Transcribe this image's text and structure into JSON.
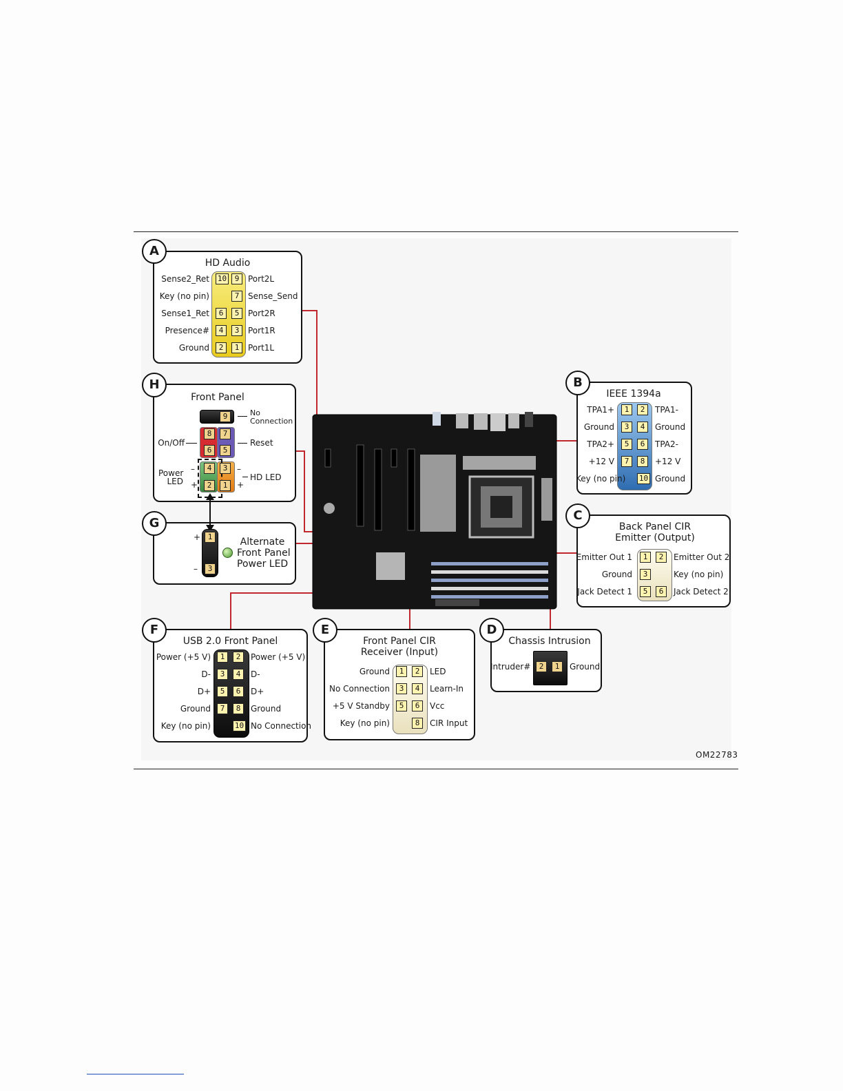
{
  "figure_code": "OM22783",
  "panels": {
    "A": {
      "badge": "A",
      "title": "HD Audio",
      "rows": [
        {
          "left": "Sense2_Ret",
          "p1": "10",
          "p2": "9",
          "right": "Port2L"
        },
        {
          "left": "Key (no pin)",
          "p1": "",
          "p2": "7",
          "right": "Sense_Send"
        },
        {
          "left": "Sense1_Ret",
          "p1": "6",
          "p2": "5",
          "right": "Port2R"
        },
        {
          "left": "Presence#",
          "p1": "4",
          "p2": "3",
          "right": "Port1R"
        },
        {
          "left": "Ground",
          "p1": "2",
          "p2": "1",
          "right": "Port1L"
        }
      ]
    },
    "B": {
      "badge": "B",
      "title": "IEEE 1394a",
      "rows": [
        {
          "left": "TPA1+",
          "p1": "1",
          "p2": "2",
          "right": "TPA1-"
        },
        {
          "left": "Ground",
          "p1": "3",
          "p2": "4",
          "right": "Ground"
        },
        {
          "left": "TPA2+",
          "p1": "5",
          "p2": "6",
          "right": "TPA2-"
        },
        {
          "left": "+12 V",
          "p1": "7",
          "p2": "8",
          "right": "+12 V"
        },
        {
          "left": "Key (no pin)",
          "p1": "",
          "p2": "10",
          "right": "Ground"
        }
      ]
    },
    "C": {
      "badge": "C",
      "title1": "Back Panel CIR",
      "title2": "Emitter (Output)",
      "rows": [
        {
          "left": "Emitter Out 1",
          "p1": "1",
          "p2": "2",
          "right": "Emitter Out 2"
        },
        {
          "left": "Ground",
          "p1": "3",
          "p2": "",
          "right": "Key (no pin)"
        },
        {
          "left": "Jack Detect 1",
          "p1": "5",
          "p2": "6",
          "right": "Jack Detect 2"
        }
      ]
    },
    "D": {
      "badge": "D",
      "title": "Chassis Intrusion",
      "left": "Intruder#",
      "p1": "2",
      "p2": "1",
      "right": "Ground"
    },
    "E": {
      "badge": "E",
      "title1": "Front Panel CIR",
      "title2": "Receiver (Input)",
      "rows": [
        {
          "left": "Ground",
          "p1": "1",
          "p2": "2",
          "right": "LED"
        },
        {
          "left": "No Connection",
          "p1": "3",
          "p2": "4",
          "right": "Learn-In"
        },
        {
          "left": "+5 V Standby",
          "p1": "5",
          "p2": "6",
          "right": "Vcc"
        },
        {
          "left": "Key (no pin)",
          "p1": "",
          "p2": "8",
          "right": "CIR Input"
        }
      ]
    },
    "F": {
      "badge": "F",
      "title": "USB 2.0 Front Panel",
      "rows": [
        {
          "left": "Power (+5 V)",
          "p1": "1",
          "p2": "2",
          "right": "Power (+5 V)"
        },
        {
          "left": "D-",
          "p1": "3",
          "p2": "4",
          "right": "D-"
        },
        {
          "left": "D+",
          "p1": "5",
          "p2": "6",
          "right": "D+"
        },
        {
          "left": "Ground",
          "p1": "7",
          "p2": "8",
          "right": "Ground"
        },
        {
          "left": "Key (no pin)",
          "p1": "",
          "p2": "10",
          "right": "No Connection"
        }
      ]
    },
    "G": {
      "badge": "G",
      "line1": "Alternate",
      "line2": "Front Panel",
      "line3": "Power LED",
      "plus": "+",
      "minus": "–",
      "p1": "1",
      "p3": "3"
    },
    "H": {
      "badge": "H",
      "title": "Front Panel",
      "nc1": "No",
      "nc2": "Connection",
      "onoff": "On/Off",
      "reset": "Reset",
      "powerled1": "Power",
      "powerled2": "LED",
      "hdled": "HD LED",
      "minus": "–",
      "plus": "+",
      "pins": {
        "p9": "9",
        "p8": "8",
        "p7": "7",
        "p6": "6",
        "p5": "5",
        "p4": "4",
        "p3": "3",
        "p2": "2",
        "p1": "1"
      }
    }
  }
}
